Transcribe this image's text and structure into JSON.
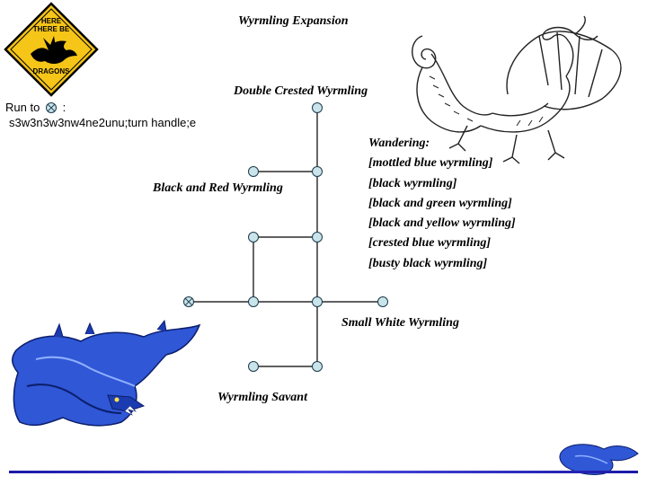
{
  "title": "Wyrmling Expansion",
  "sign": {
    "line1": "HERE",
    "line2": "THERE BE",
    "line3": "DRAGONS",
    "colors": {
      "fill": "#f5c518",
      "border": "#000000"
    }
  },
  "run_to": {
    "prefix": "Run to",
    "symbol": "crossed-circle-icon",
    "suffix": ":",
    "directions": "s3w3n3w3nw4ne2unu;turn handle;e"
  },
  "rooms": {
    "double_crested": "Double Crested Wyrmling",
    "black_and_red": "Black and Red Wyrmling",
    "small_white": "Small White Wyrmling",
    "savant": "Wyrmling Savant"
  },
  "wandering": {
    "heading": "Wandering:",
    "items": [
      "[mottled blue wyrmling]",
      "[black wyrmling]",
      "[black and green wyrmling]",
      "[black and yellow wyrmling]",
      "[crested blue wyrmling]",
      "[busty black wyrmling]"
    ]
  },
  "colors": {
    "node_fill": "#c9e4ea",
    "node_stroke": "#1d3a4a",
    "edge": "#000000",
    "blue_dragon": "#2f57d6",
    "accent_rule": "#2a2ac0"
  }
}
